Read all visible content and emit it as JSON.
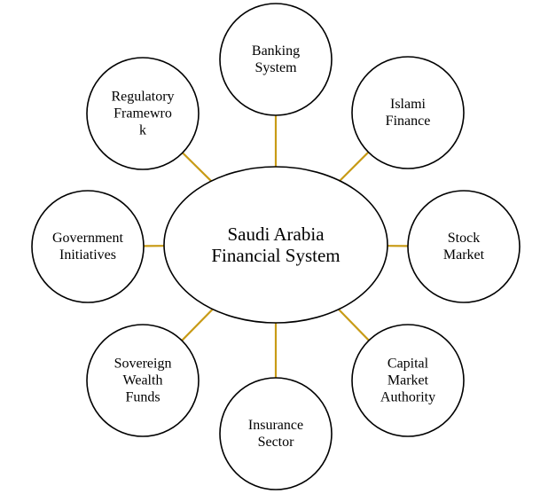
{
  "diagram": {
    "center": {
      "lines": [
        "Saudi Arabia",
        "Financial System"
      ]
    },
    "nodes": [
      {
        "id": "banking-system",
        "lines": [
          "Banking",
          "System"
        ]
      },
      {
        "id": "islami-finance",
        "lines": [
          "Islami",
          "Finance"
        ]
      },
      {
        "id": "stock-market",
        "lines": [
          "Stock",
          "Market"
        ]
      },
      {
        "id": "capital-market-authority",
        "lines": [
          "Capital",
          "Market",
          "Authority"
        ]
      },
      {
        "id": "insurance-sector",
        "lines": [
          "Insurance",
          "Sector"
        ]
      },
      {
        "id": "sovereign-wealth-funds",
        "lines": [
          "Sovereign",
          "Wealth",
          "Funds"
        ]
      },
      {
        "id": "government-initiatives",
        "lines": [
          "Government",
          "Initiatives"
        ]
      },
      {
        "id": "regulatory-framework",
        "lines": [
          "Regulatory",
          "Framewro",
          "k"
        ]
      }
    ],
    "colors": {
      "connector": "#c89b16",
      "outline": "#000000",
      "fill": "#ffffff"
    }
  }
}
